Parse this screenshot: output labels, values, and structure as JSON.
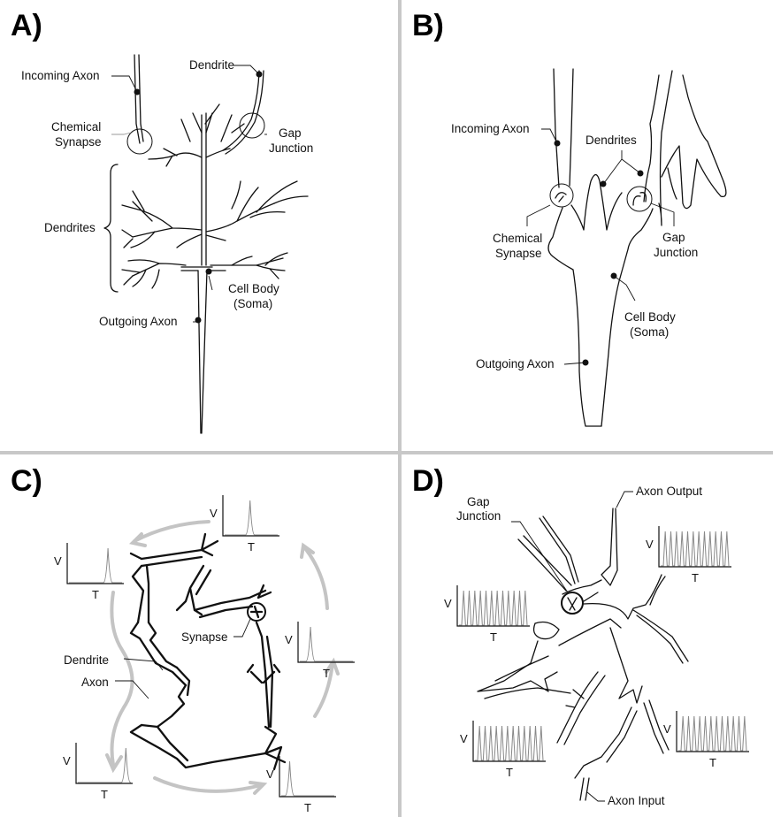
{
  "panels": {
    "a": {
      "letter": "A)",
      "labels": {
        "incoming_axon": "Incoming Axon",
        "dendrite": "Dendrite",
        "chemical_synapse_1": "Chemical",
        "chemical_synapse_2": "Synapse",
        "gap_junction_1": "Gap",
        "gap_junction_2": "Junction",
        "dendrites": "Dendrites",
        "cell_body_1": "Cell Body",
        "cell_body_2": "(Soma)",
        "outgoing_axon": "Outgoing Axon"
      }
    },
    "b": {
      "letter": "B)",
      "labels": {
        "incoming_axon": "Incoming Axon",
        "dendrites": "Dendrites",
        "chemical_synapse_1": "Chemical",
        "chemical_synapse_2": "Synapse",
        "gap_junction_1": "Gap",
        "gap_junction_2": "Junction",
        "cell_body_1": "Cell Body",
        "cell_body_2": "(Soma)",
        "outgoing_axon": "Outgoing Axon"
      }
    },
    "c": {
      "letter": "C)",
      "labels": {
        "synapse": "Synapse",
        "dendrite": "Dendrite",
        "axon": "Axon"
      },
      "plot_axes": {
        "v": "V",
        "t": "T"
      }
    },
    "d": {
      "letter": "D)",
      "labels": {
        "gap_junction_1": "Gap",
        "gap_junction_2": "Junction",
        "axon_output": "Axon Output",
        "axon_input": "Axon Input"
      },
      "plot_axes": {
        "v": "V",
        "t": "T"
      },
      "spike_count": 12
    }
  },
  "colors": {
    "divider": "#c8c8c8",
    "arrows": "#c4c4c4",
    "spikes": "#888888",
    "ink": "#111111"
  }
}
